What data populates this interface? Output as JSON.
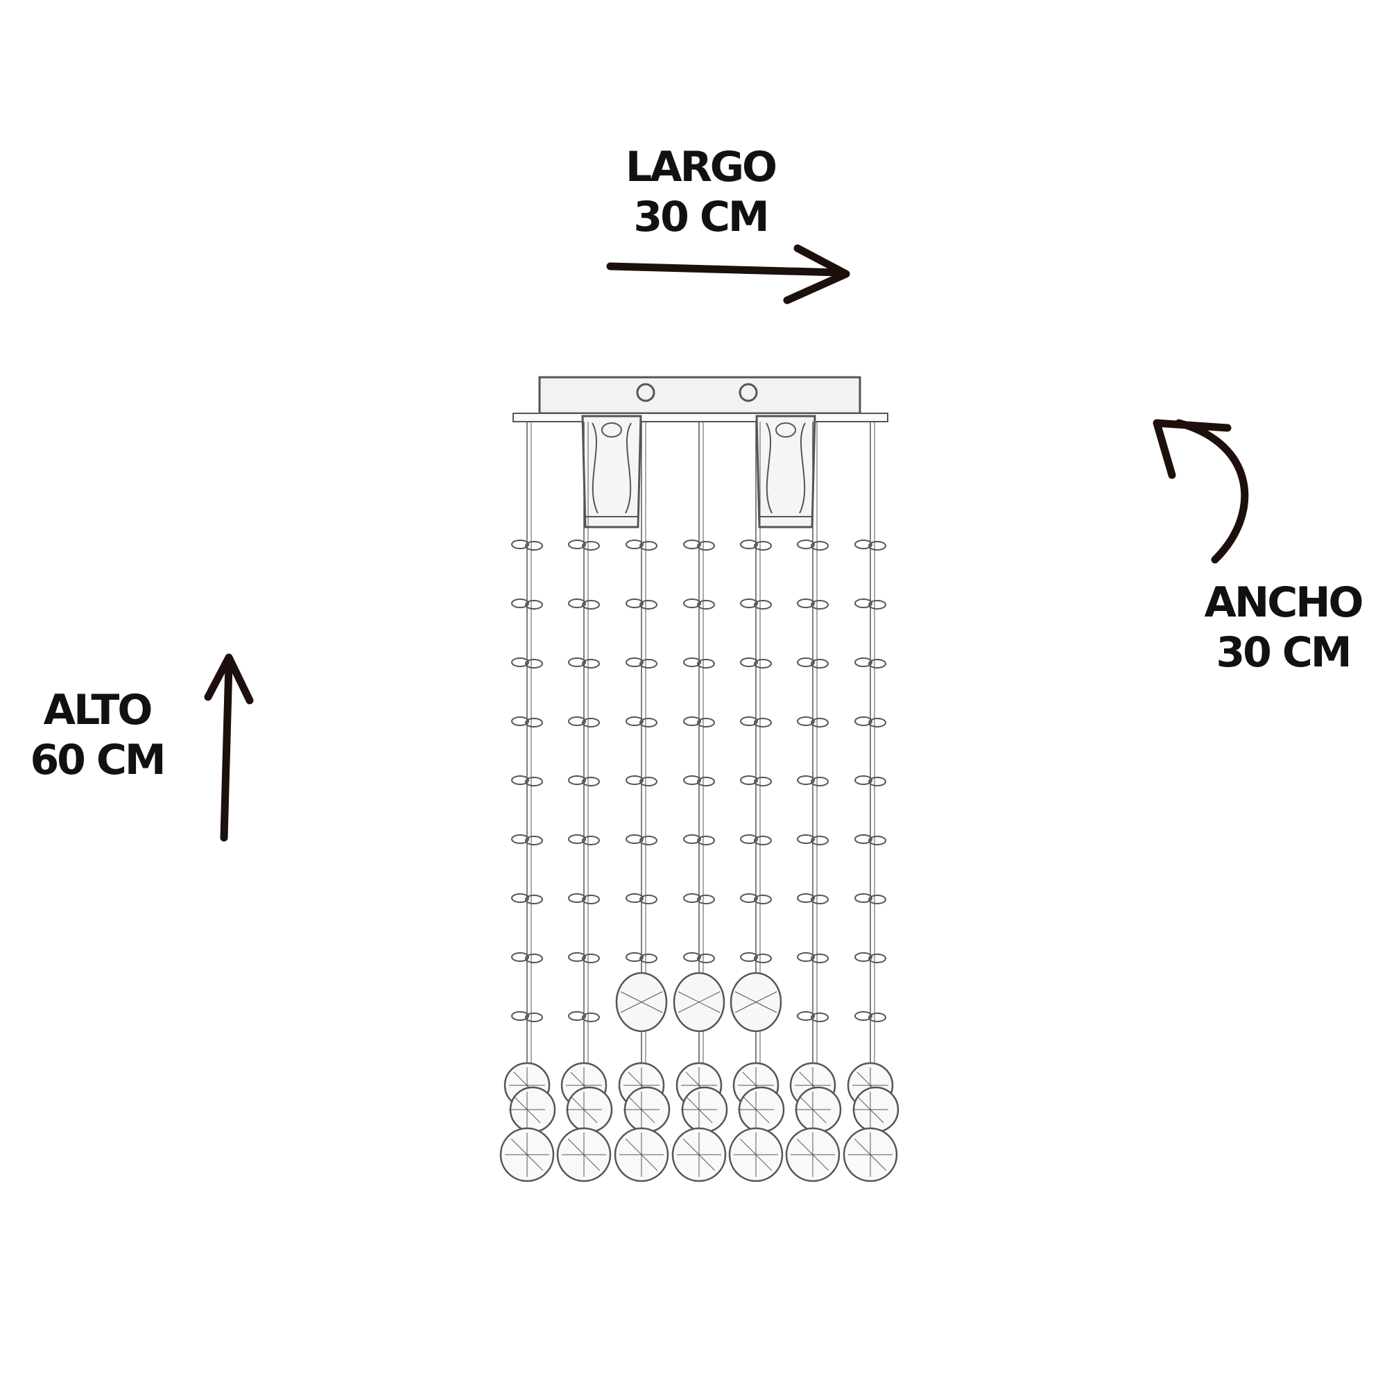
{
  "dimensions": {
    "largo": {
      "name": "LARGO",
      "value": "30 CM"
    },
    "ancho": {
      "name": "ANCHO",
      "value": "30 CM"
    },
    "alto": {
      "name": "ALTO",
      "value": "60 CM"
    }
  },
  "colors": {
    "arrow": "#1c0f0c",
    "outline": "#555555",
    "background": "#ffffff"
  },
  "product": {
    "icon": "crystal-chandelier-icon",
    "strands": 7,
    "lamp_holders": 2
  }
}
